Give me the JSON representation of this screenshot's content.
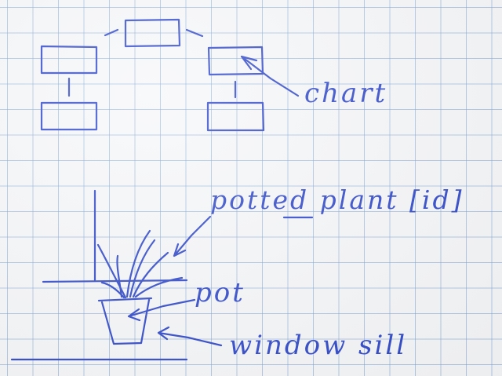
{
  "colors": {
    "paper": "#f6f7f9",
    "grid": "#8fb0de",
    "ink": "#2d46c8"
  },
  "labels": {
    "chart": "chart",
    "potted_plant_prefix": "potted plant [id",
    "potted_plant_suffix": "]",
    "pot": "pot",
    "window_sill": "window sill"
  }
}
